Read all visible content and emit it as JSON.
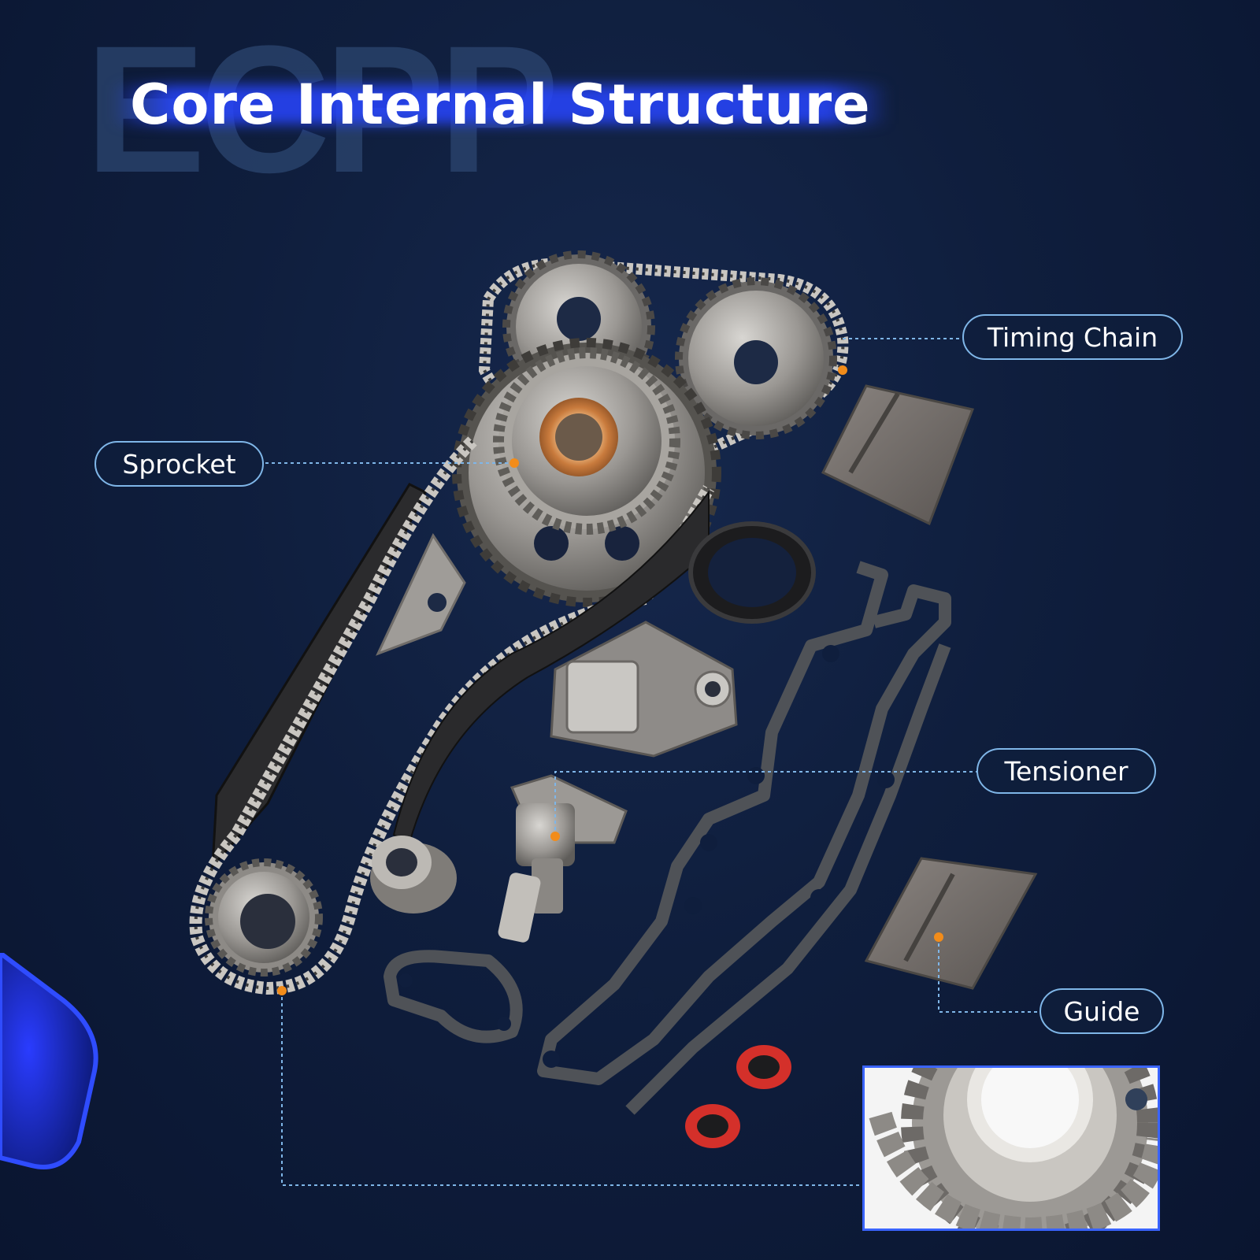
{
  "header": {
    "watermark": "ECPP",
    "title": "Core Internal Structure"
  },
  "callouts": {
    "timing_chain": "Timing Chain",
    "sprocket": "Sprocket",
    "tensioner": "Tensioner",
    "guide": "Guide"
  },
  "colors": {
    "background": "#0f1e3d",
    "accent_blue": "#2f4cff",
    "callout_border": "#7fb6e8",
    "marker_dot": "#f28c1a",
    "metal": "#8f8f92",
    "gasket": "#55585e",
    "seal_red": "#d4302a"
  }
}
